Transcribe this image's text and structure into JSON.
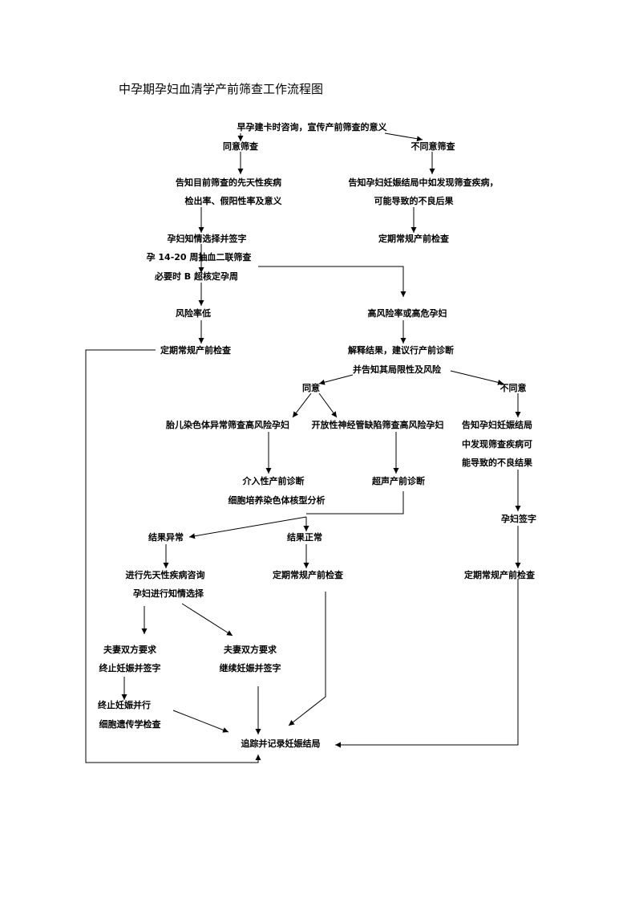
{
  "title": "中孕期孕妇血清学产前筛查工作流程图",
  "nodes": {
    "early_pregnancy": "早孕建卡时咨询，宣传产前筛查的意义",
    "agree_screening": "同意筛查",
    "disagree_screening": "不同意筛查",
    "inform_screening_1": "告知目前筛查的先天性疾病",
    "inform_screening_2": "检出率、假阳性率及意义",
    "inform_outcome_1": "告知孕妇妊娠结局中如发现筛查疾病，",
    "inform_outcome_2": "可能导致的不良后果",
    "informed_choice": "孕妇知情选择并签字",
    "routine_check_right": "定期常规产前检查",
    "blood_draw": "孕 14-20 周抽血二联筛查",
    "b_ultrasound": "必要时 B 超核定孕周",
    "low_risk": "风险率低",
    "high_risk": "高风险率或高危孕妇",
    "routine_check_low": "定期常规产前检查",
    "explain_results_1": "解释结果，建议行产前诊断",
    "explain_results_2": "并告知其局限性及风险",
    "agree": "同意",
    "disagree": "不同意",
    "chromosome_high_risk": "胎儿染色体异常筛查高风险孕妇",
    "ntd_high_risk": "开放性神经管缺陷筛查高风险孕妇",
    "inform_outcome_right_1": "告知孕妇妊娠结局",
    "inform_outcome_right_2": "中发现筛查疾病可",
    "inform_outcome_right_3": "能导致的不良结果",
    "invasive_diagnosis_1": "介入性产前诊断",
    "invasive_diagnosis_2": "细胞培养染色体核型分析",
    "ultrasound_diagnosis": "超声产前诊断",
    "pregnant_sign": "孕妇签字",
    "abnormal_result": "结果异常",
    "normal_result": "结果正常",
    "counseling_1": "进行先天性疾病咨询",
    "counseling_2": "孕妇进行知情选择",
    "routine_check_normal": "定期常规产前检查",
    "routine_check_far_right": "定期常规产前检查",
    "couple_terminate_1": "夫妻双方要求",
    "couple_terminate_2": "终止妊娠并签字",
    "couple_continue_1": "夫妻双方要求",
    "couple_continue_2": "继续妊娠并签字",
    "terminate_test_1": "终止妊娠并行",
    "terminate_test_2": "细胞遗传学检查",
    "follow_up": "追踪并记录妊娠结局"
  }
}
